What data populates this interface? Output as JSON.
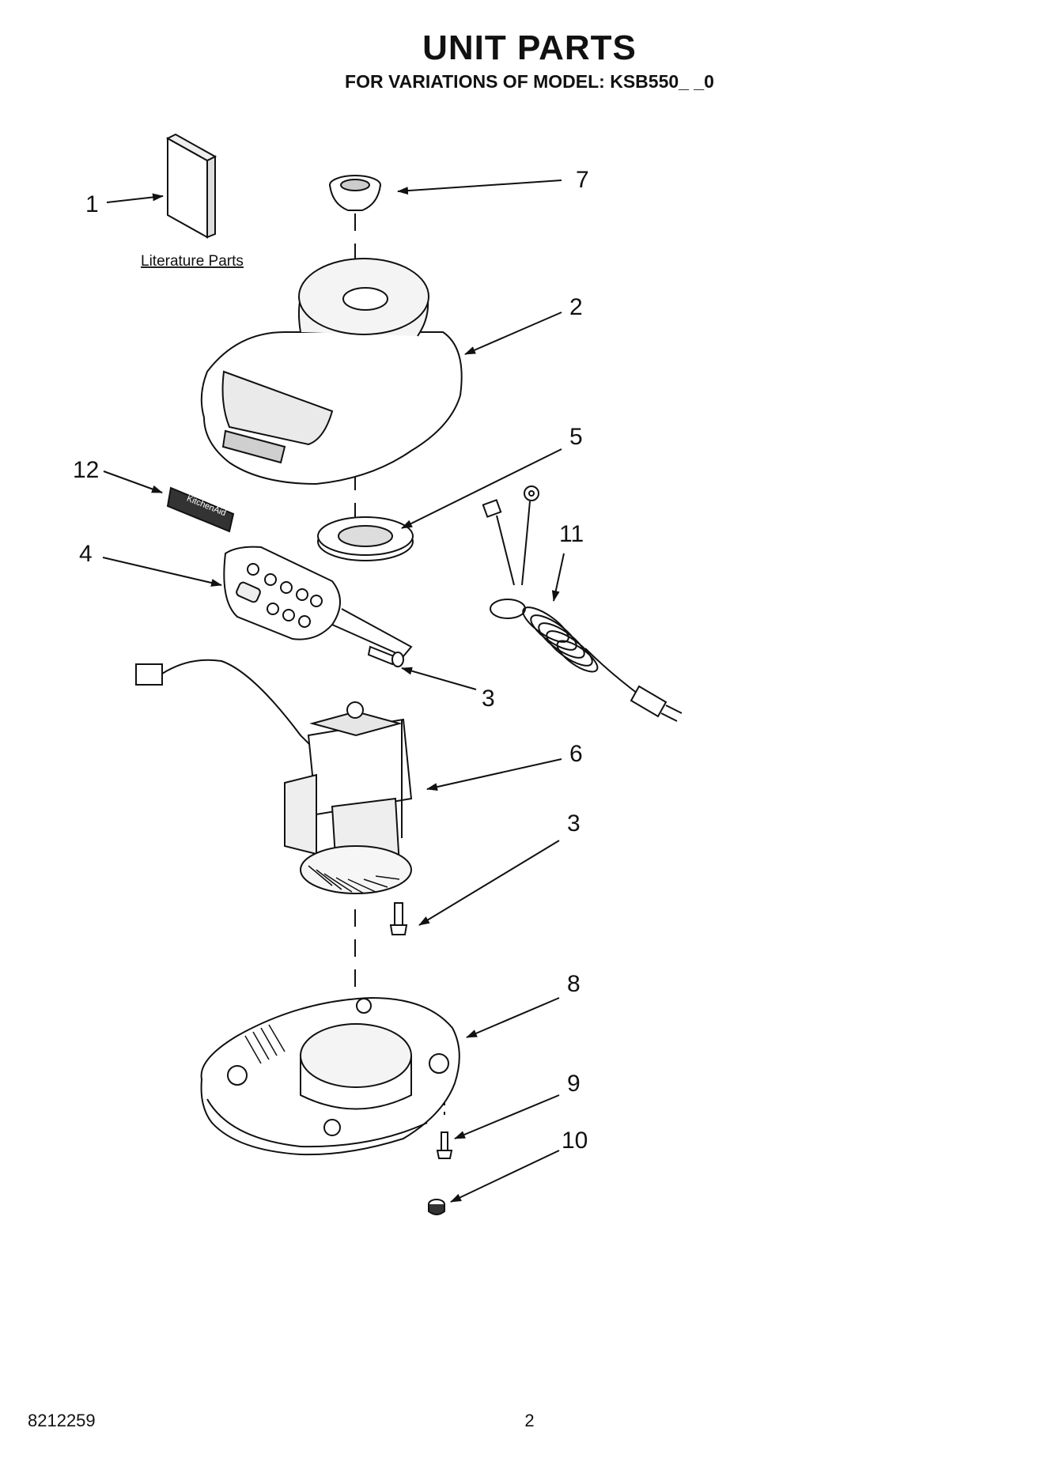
{
  "header": {
    "title": "UNIT PARTS",
    "subtitle": "FOR VARIATIONS OF MODEL: KSB550_ _0"
  },
  "literature_label": "Literature Parts",
  "callouts": [
    "1",
    "7",
    "2",
    "5",
    "12",
    "11",
    "4",
    "3",
    "6",
    "3",
    "8",
    "9",
    "10"
  ],
  "emblem_text": "KitchenAid",
  "footer": {
    "doc_number": "8212259",
    "page_number": "2"
  }
}
